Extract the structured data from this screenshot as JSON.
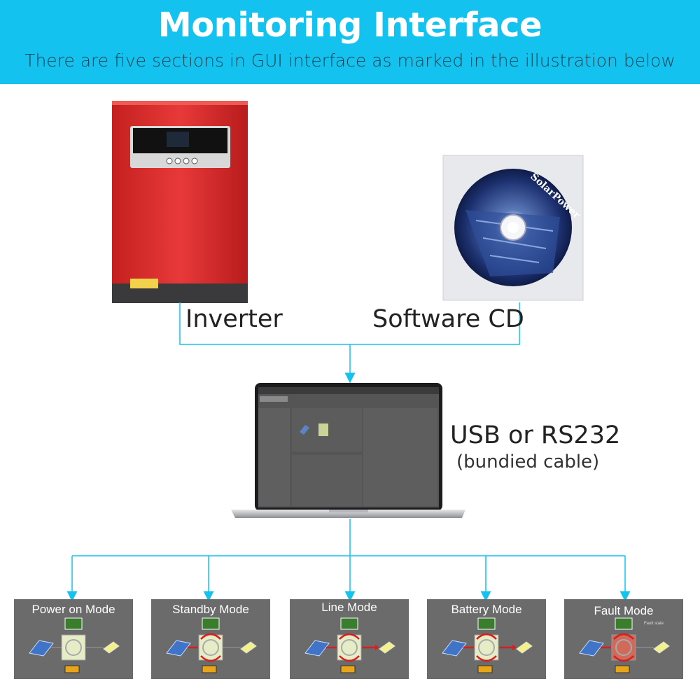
{
  "header": {
    "title": "Monitoring Interface",
    "subtitle": "There are five sections in GUI interface as marked in the illustration below"
  },
  "devices": {
    "inverter_label": "Inverter",
    "cd_label": "Software CD",
    "cd_disc_text": "SolarPower",
    "connection_label": "USB or RS232",
    "connection_sublabel": "(bundied cable)"
  },
  "modes": [
    {
      "title": "Power on Mode"
    },
    {
      "title": "Standby Mode"
    },
    {
      "title": "Line Mode"
    },
    {
      "title": "Battery Mode"
    },
    {
      "title": "Fault Mode",
      "note": "Fault state"
    }
  ],
  "colors": {
    "banner": "#13c2ef",
    "connector": "#13c2ef",
    "inverter_body": "#e0312e",
    "mode_panel": "#6b6b6b",
    "flow_arrow": "#d42020"
  }
}
